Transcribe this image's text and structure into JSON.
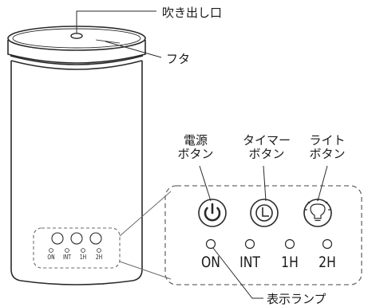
{
  "callouts": {
    "outlet": "吹き出し口",
    "lid": "フタ",
    "indicator_lamp": "表示ランプ"
  },
  "buttons": [
    {
      "key": "power",
      "line1": "電源",
      "line2": "ボタン",
      "icon": "power-icon"
    },
    {
      "key": "timer",
      "line1": "タイマー",
      "line2": "ボタン",
      "icon": "clock-icon"
    },
    {
      "key": "light",
      "line1": "ライト",
      "line2": "ボタン",
      "icon": "light-bulb-icon"
    }
  ],
  "lamps": [
    "ON",
    "INT",
    "1H",
    "2H"
  ],
  "colors": {
    "stroke": "#2a2a2a",
    "panel_border": "#6b6b6b",
    "body_fill": "#ffffff",
    "text": "#1a1a1a"
  }
}
